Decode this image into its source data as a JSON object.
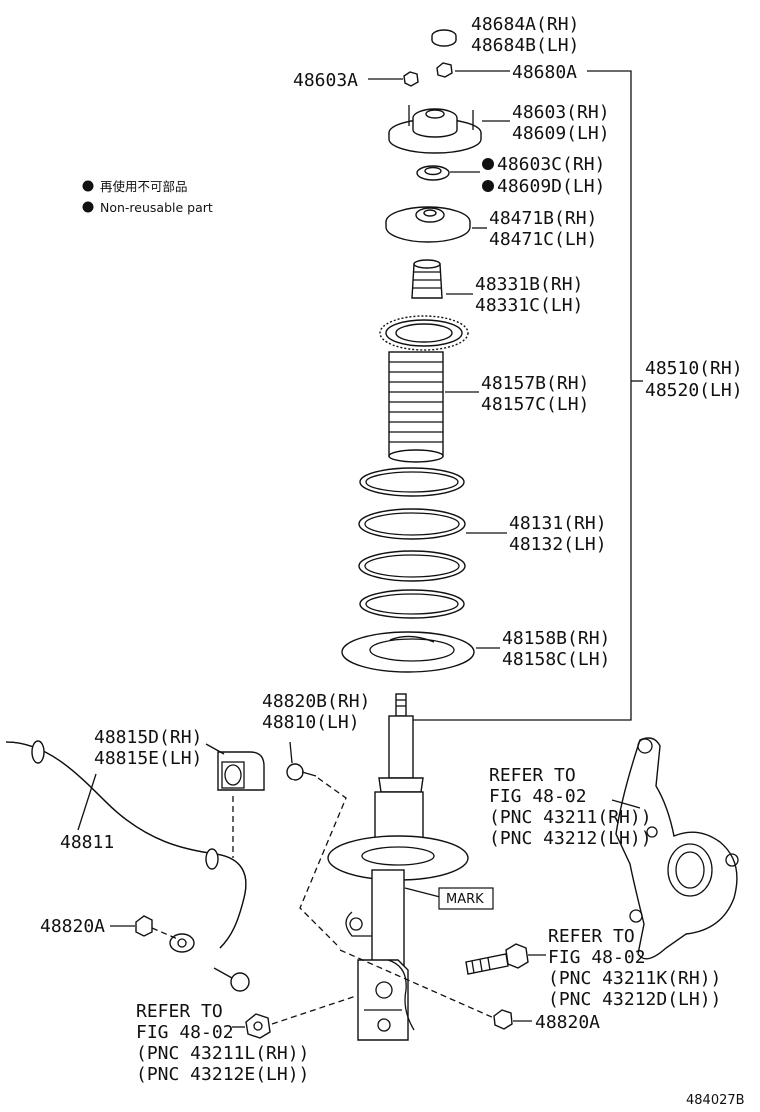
{
  "legend": {
    "jp": "再使用不可部品",
    "en": "Non-reusable part"
  },
  "labels": {
    "p48684a": "48684A(RH)",
    "p48684b": "48684B(LH)",
    "p48603a": "48603A",
    "p48680a": "48680A",
    "p48603rh": "48603(RH)",
    "p48609lh": "48609(LH)",
    "p48603c": "48603C(RH)",
    "p48609d": "48609D(LH)",
    "p48471b": "48471B(RH)",
    "p48471c": "48471C(LH)",
    "p48331b": "48331B(RH)",
    "p48331c": "48331C(LH)",
    "p48157b": "48157B(RH)",
    "p48157c": "48157C(LH)",
    "p48510": "48510(RH)",
    "p48520": "48520(LH)",
    "p48131": "48131(RH)",
    "p48132": "48132(LH)",
    "p48158b": "48158B(RH)",
    "p48158c": "48158C(LH)",
    "p48820b": "48820B(RH)",
    "p48810": "48810(LH)",
    "p48815d": "48815D(RH)",
    "p48815e": "48815E(LH)",
    "p48811": "48811",
    "p48820a_left": "48820A",
    "p48820a_right": "48820A",
    "mark": "MARK",
    "figure_id": "484027B"
  },
  "refer_knuckle": {
    "l1": "REFER TO",
    "l2": "FIG 48-02",
    "l3": "(PNC 43211(RH))",
    "l4": "(PNC 43212(LH))"
  },
  "refer_bolt": {
    "l1": "REFER TO",
    "l2": "FIG 48-02",
    "l3": "(PNC 43211K(RH))",
    "l4": "(PNC 43212D(LH))"
  },
  "refer_nut": {
    "l1": "REFER TO",
    "l2": "FIG 48-02",
    "l3": "(PNC 43211L(RH))",
    "l4": "(PNC 43212E(LH))"
  }
}
